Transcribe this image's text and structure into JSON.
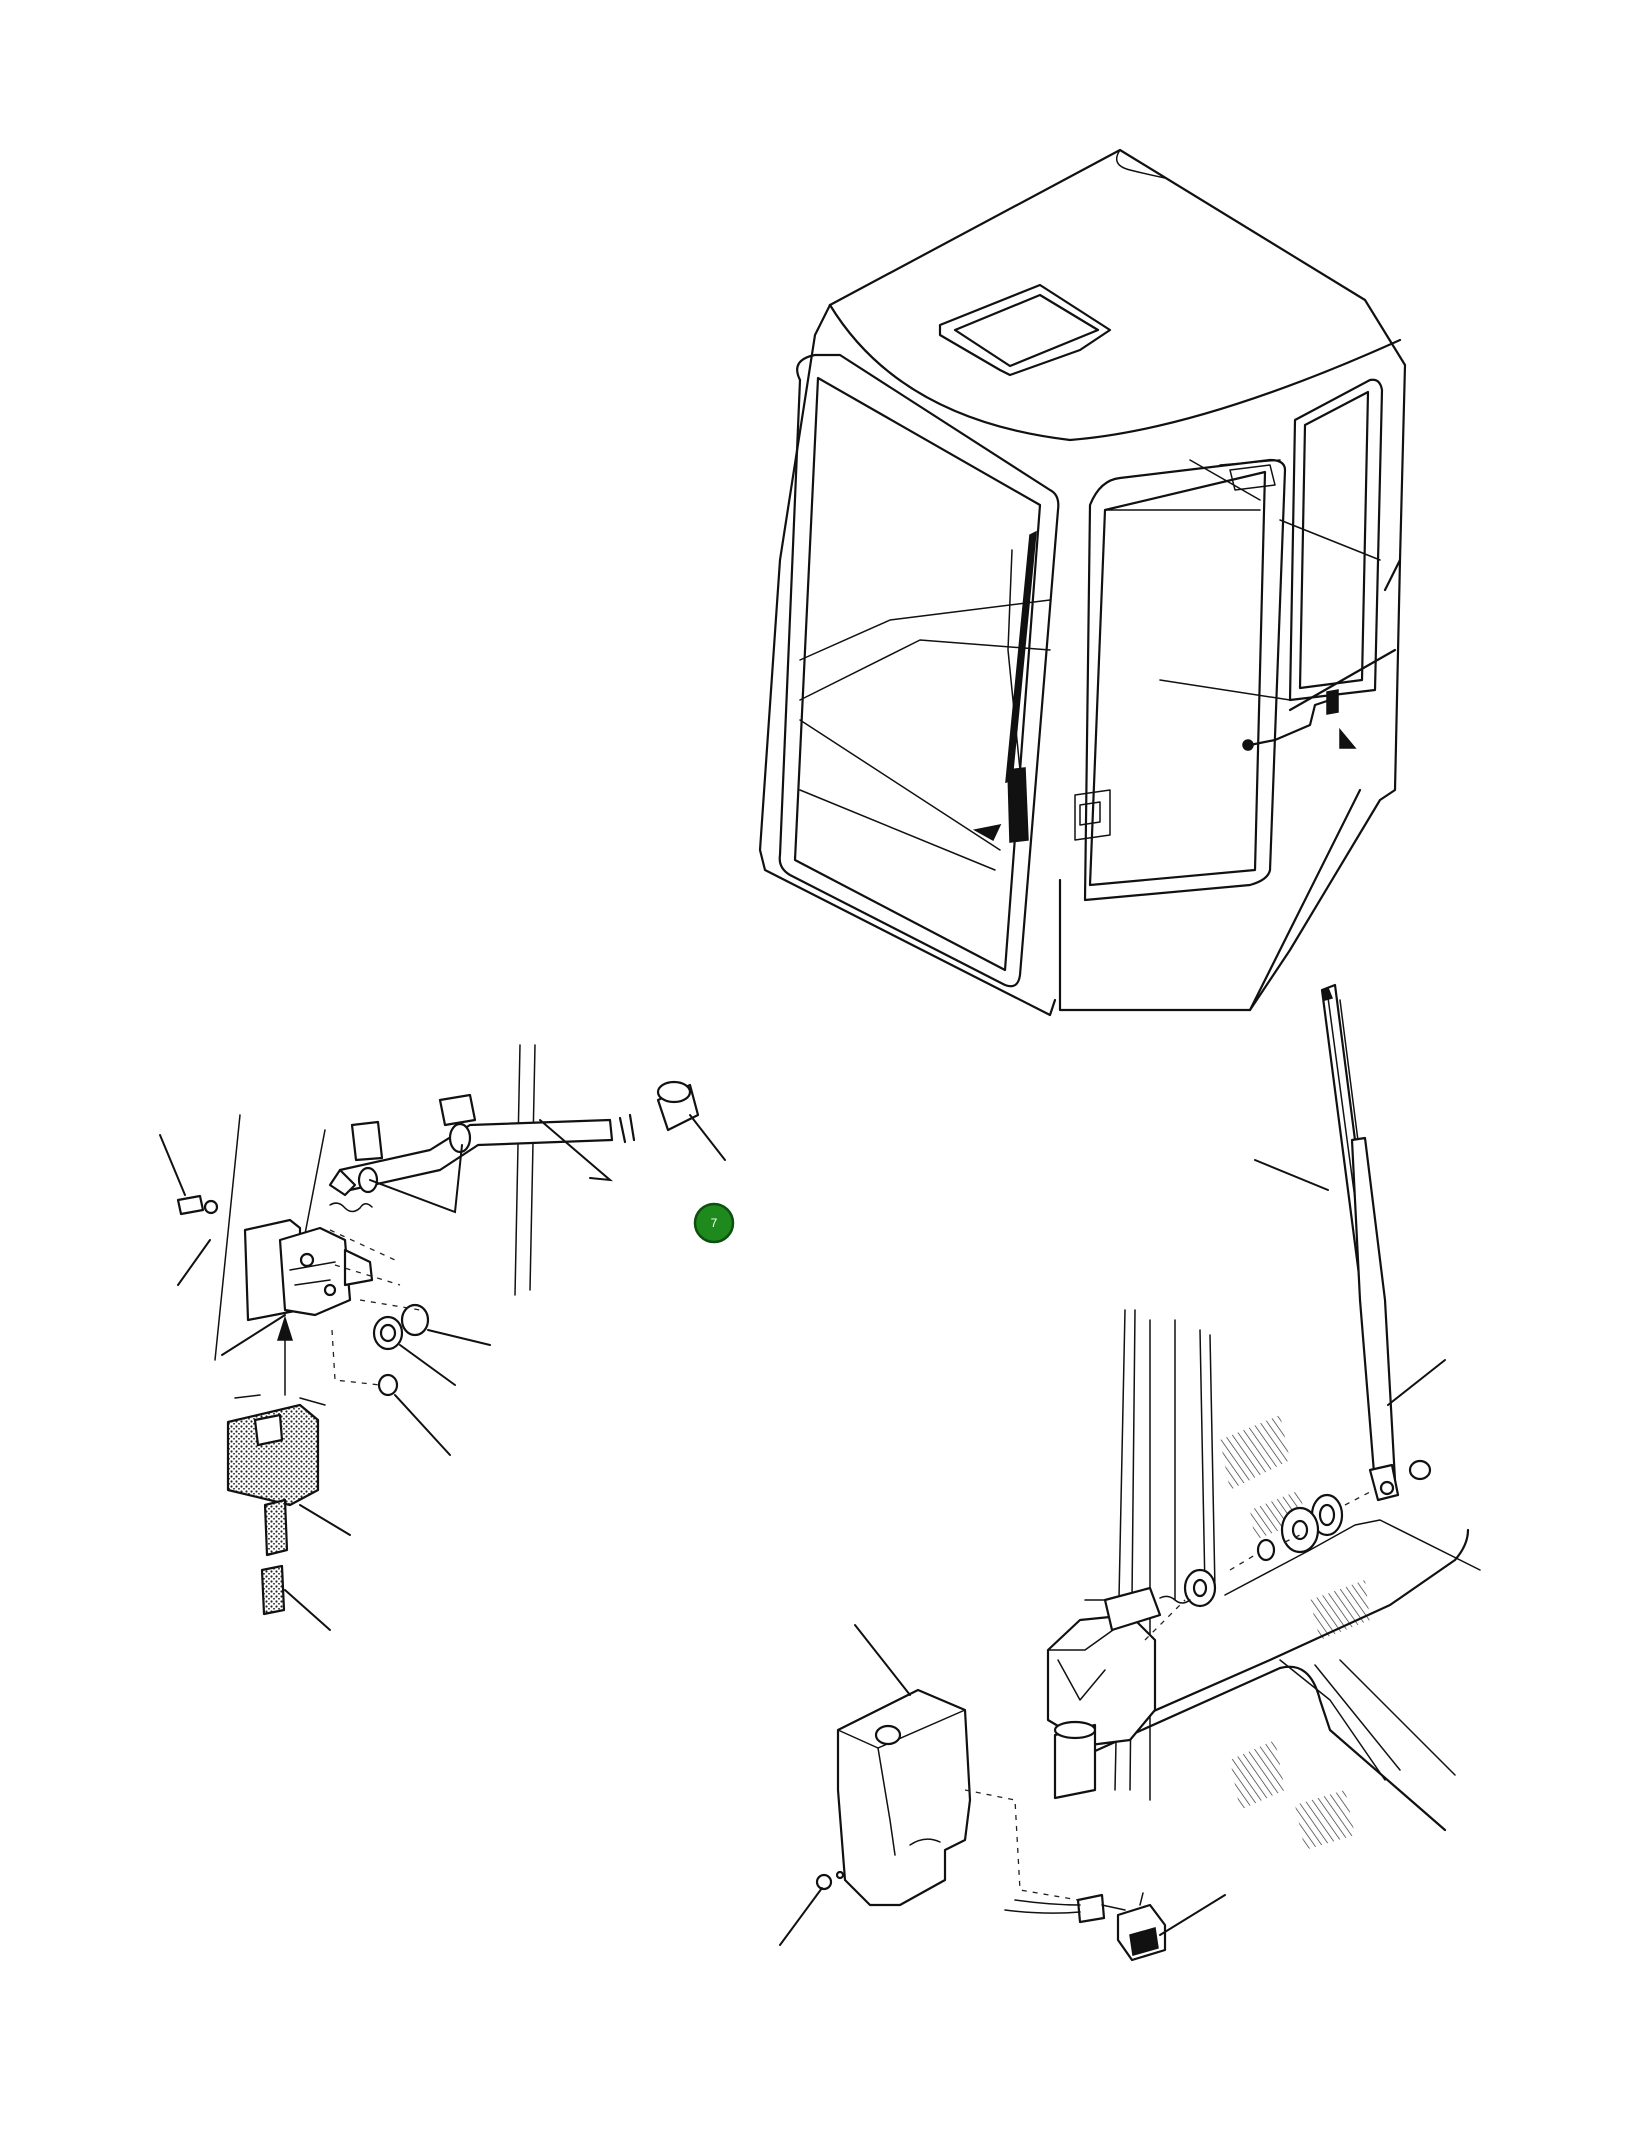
{
  "callout": {
    "label": "7",
    "color": "#1e8a1e",
    "border": "#0d4f0d"
  },
  "icons": {
    "cab": "cab-outline",
    "latch": "door-latch-assembly",
    "wiper": "wiper-blade-arm-motor",
    "switch": "rocker-switch"
  }
}
